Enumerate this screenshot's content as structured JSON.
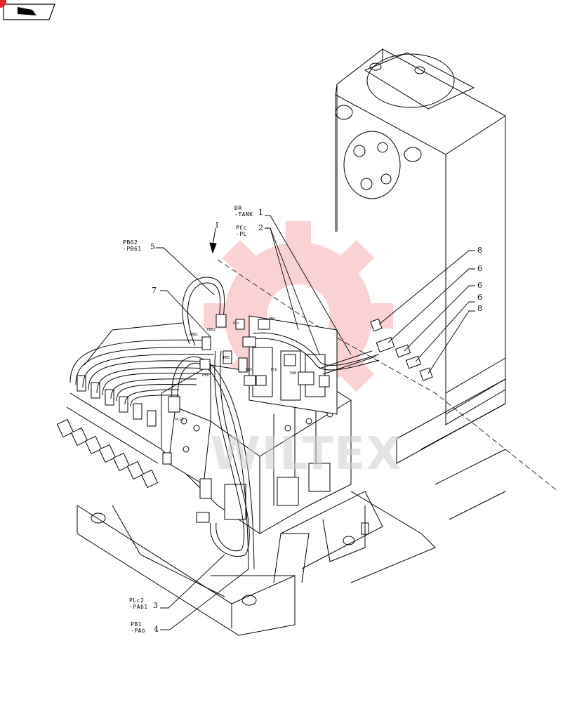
{
  "callouts": {
    "dr_tank": {
      "line1": "DR",
      "line2": "-TANK",
      "ref": "1"
    },
    "pcc_pl": {
      "line1": "PCc",
      "line2": "-PL",
      "ref": "2"
    },
    "pb62_pb61": {
      "line1": "PB62",
      "line2": "-PB61",
      "ref": "5"
    },
    "plc2_pab1": {
      "line1": "PLc2",
      "line2": "-PAb1",
      "ref": "3"
    },
    "pb1_pab": {
      "line1": "PB1",
      "line2": "-PAb",
      "ref": "4"
    },
    "item7": {
      "ref": "7"
    },
    "view_arrow": {
      "ref": "I"
    },
    "fittings": [
      {
        "ref": "8"
      },
      {
        "ref": "6"
      },
      {
        "ref": "6"
      },
      {
        "ref": "6"
      },
      {
        "ref": "8"
      }
    ]
  },
  "port_tags": [
    "PBC",
    "PCc",
    "PB62",
    "PB61",
    "PLC2",
    "PSS",
    "PB5",
    "PCb",
    "PA6",
    "PBS"
  ],
  "watermark": {
    "text": "WILTEX",
    "color": "#e8262b"
  }
}
